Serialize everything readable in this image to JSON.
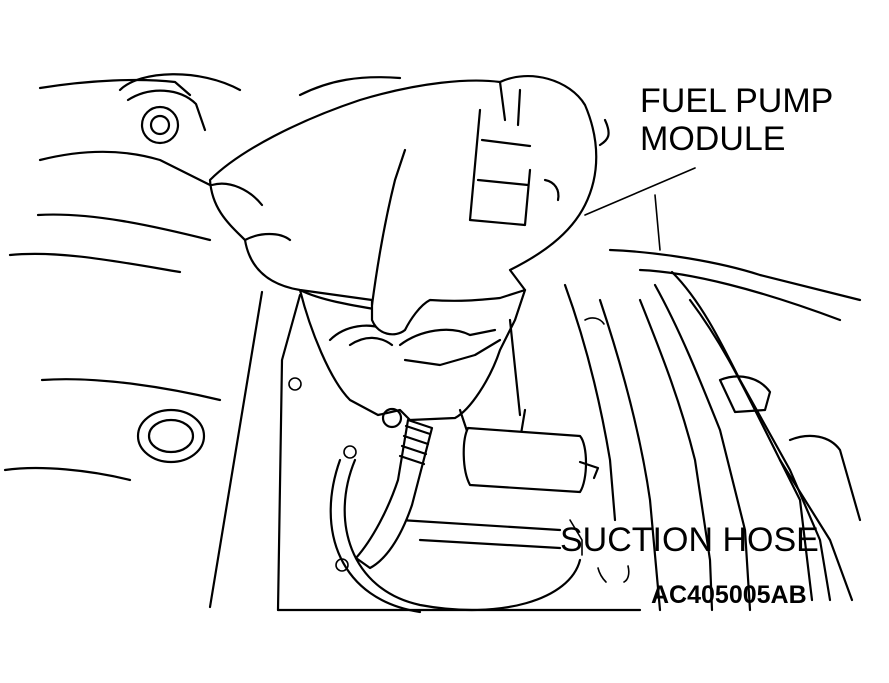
{
  "labels": {
    "fuel_pump_module_line1": "FUEL PUMP",
    "fuel_pump_module_line2": "MODULE",
    "suction_hose": "SUCTION HOSE",
    "figure_code": "AC405005AB"
  }
}
